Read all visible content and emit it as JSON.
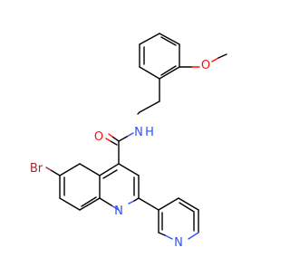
{
  "atoms": {
    "bromine": "Br",
    "amide_oxygen": "O",
    "amide_nitrogen": "N",
    "amide_hydrogen": "H",
    "ether_oxygen": "O",
    "quinoline_nitrogen": "N",
    "pyridine_nitrogen": "N"
  },
  "colors": {
    "bond": "#000000",
    "oxygen": "#ff0d0d",
    "nitrogen": "#3050f8",
    "bromine": "#a62929",
    "background": "#ffffff"
  }
}
